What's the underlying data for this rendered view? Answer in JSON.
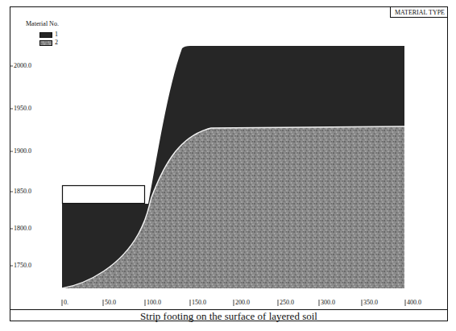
{
  "diagram": {
    "caption": "Strip footing on the surface of layered soil",
    "nodes": [
      {
        "text": [
          "MATERIAL TYPE"
        ]
      }
    ],
    "labels": [
      "Material No.",
      "2000.0",
      "1950.0",
      "1900.0",
      "1850.0",
      "1800.0",
      "1750.0",
      "0.",
      "50.0",
      "100.0",
      "150.0",
      "200.0",
      "250.0",
      "300.0",
      "350.0",
      "400.0"
    ],
    "legend": [
      {
        "text": "1",
        "color": "#262626"
      },
      {
        "text": "2"
      }
    ]
  }
}
